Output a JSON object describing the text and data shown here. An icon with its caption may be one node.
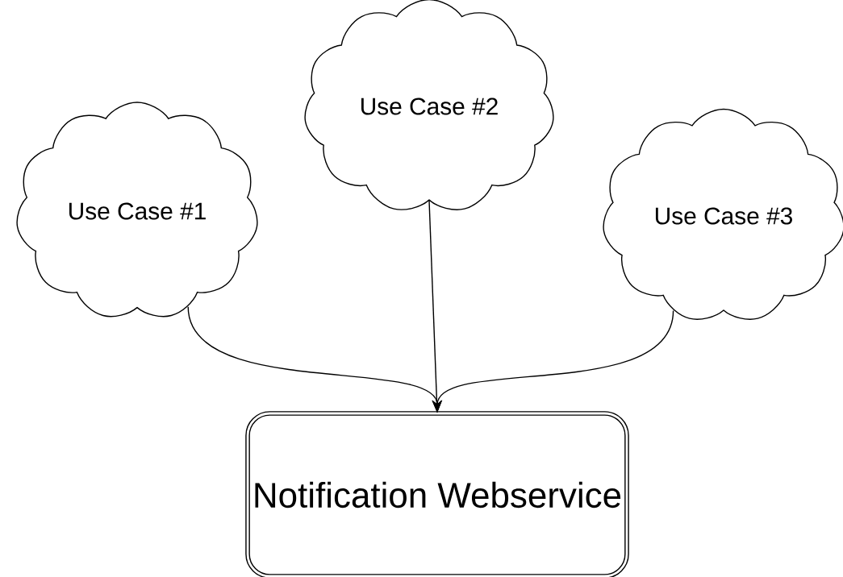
{
  "diagram": {
    "nodes": [
      {
        "text": [
          "Use Case #1"
        ]
      },
      {
        "text": [
          "Use Case #2"
        ]
      },
      {
        "text": [
          "Use Case #3"
        ]
      },
      {
        "text": [
          "Notification Webservice"
        ]
      }
    ],
    "edges": [
      {
        "from": 0,
        "to": 3,
        "arrow": "to"
      },
      {
        "from": 1,
        "to": 3,
        "arrow": "to"
      },
      {
        "from": 2,
        "to": 3,
        "arrow": "to"
      }
    ]
  }
}
